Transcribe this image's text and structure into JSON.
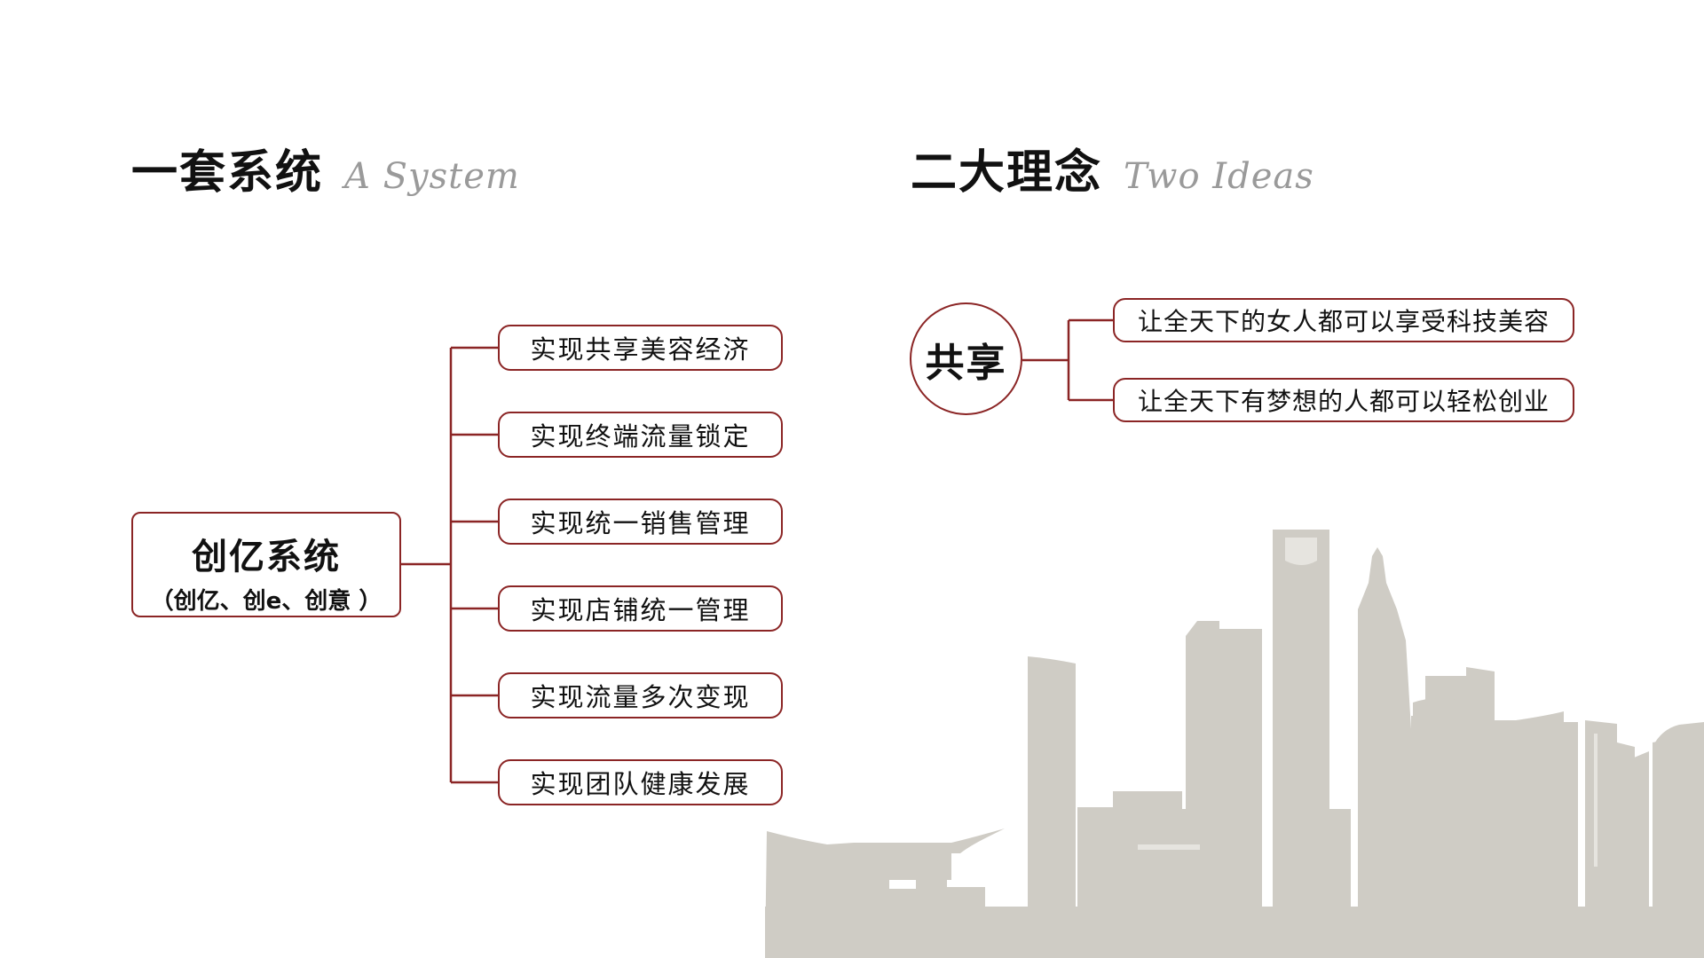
{
  "left_section": {
    "title_zh": "一套系统",
    "title_en": "A System",
    "root": {
      "main": "创亿系统",
      "sub": "（创亿、创e、创意 ）"
    },
    "items": [
      "实现共享美容经济",
      "实现终端流量锁定",
      "实现统一销售管理",
      "实现店铺统一管理",
      "实现流量多次变现",
      "实现团队健康发展"
    ]
  },
  "right_section": {
    "title_zh": "二大理念",
    "title_en": "Two Ideas",
    "root": "共享",
    "items": [
      "让全天下的女人都可以享受科技美容",
      "让全天下有梦想的人都可以轻松创业"
    ]
  },
  "colors": {
    "accent": "#8b2525",
    "skyline": "#cfccc5",
    "text": "#111111",
    "subtitle": "#9a9a9a"
  }
}
